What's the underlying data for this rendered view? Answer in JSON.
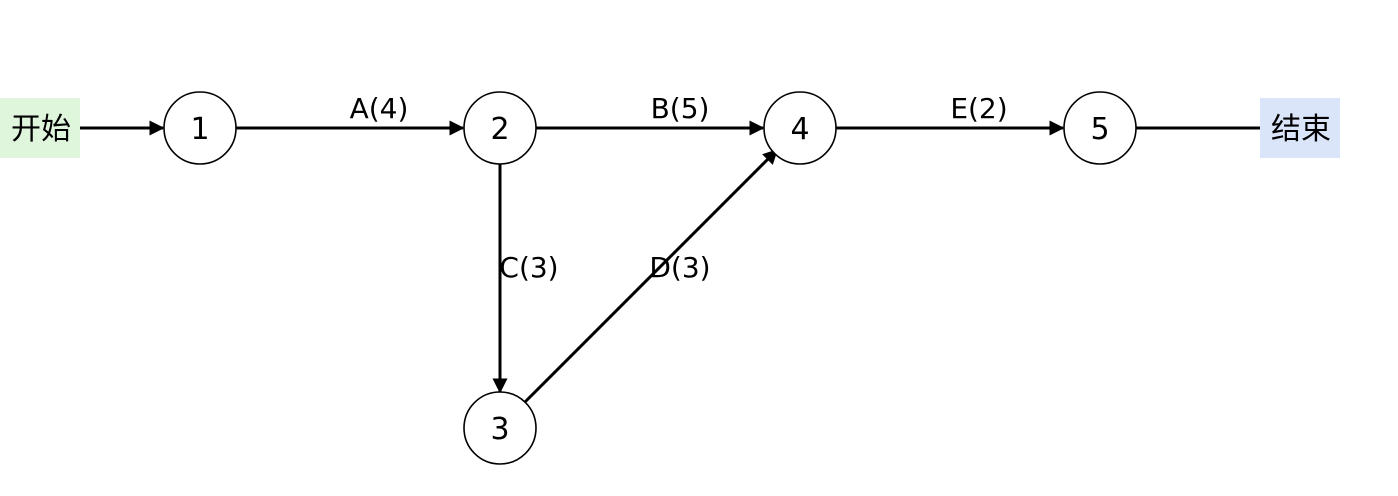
{
  "colors": {
    "start_fill": "#dff5dc",
    "end_fill": "#dae5fa",
    "line": "#000000",
    "node_fill": "#ffffff"
  },
  "terminals": {
    "start": {
      "label": "开始"
    },
    "end": {
      "label": "结束"
    }
  },
  "nodes": [
    {
      "id": "1",
      "label": "1"
    },
    {
      "id": "2",
      "label": "2"
    },
    {
      "id": "3",
      "label": "3"
    },
    {
      "id": "4",
      "label": "4"
    },
    {
      "id": "5",
      "label": "5"
    }
  ],
  "edges": [
    {
      "id": "start-1",
      "from": "start",
      "to": "1",
      "label": ""
    },
    {
      "id": "A",
      "from": "1",
      "to": "2",
      "label": "A(4)"
    },
    {
      "id": "B",
      "from": "2",
      "to": "4",
      "label": "B(5)"
    },
    {
      "id": "C",
      "from": "2",
      "to": "3",
      "label": "C(3)"
    },
    {
      "id": "D",
      "from": "3",
      "to": "4",
      "label": "D(3)"
    },
    {
      "id": "E",
      "from": "4",
      "to": "5",
      "label": "E(2)"
    },
    {
      "id": "5-end",
      "from": "5",
      "to": "end",
      "label": ""
    }
  ]
}
